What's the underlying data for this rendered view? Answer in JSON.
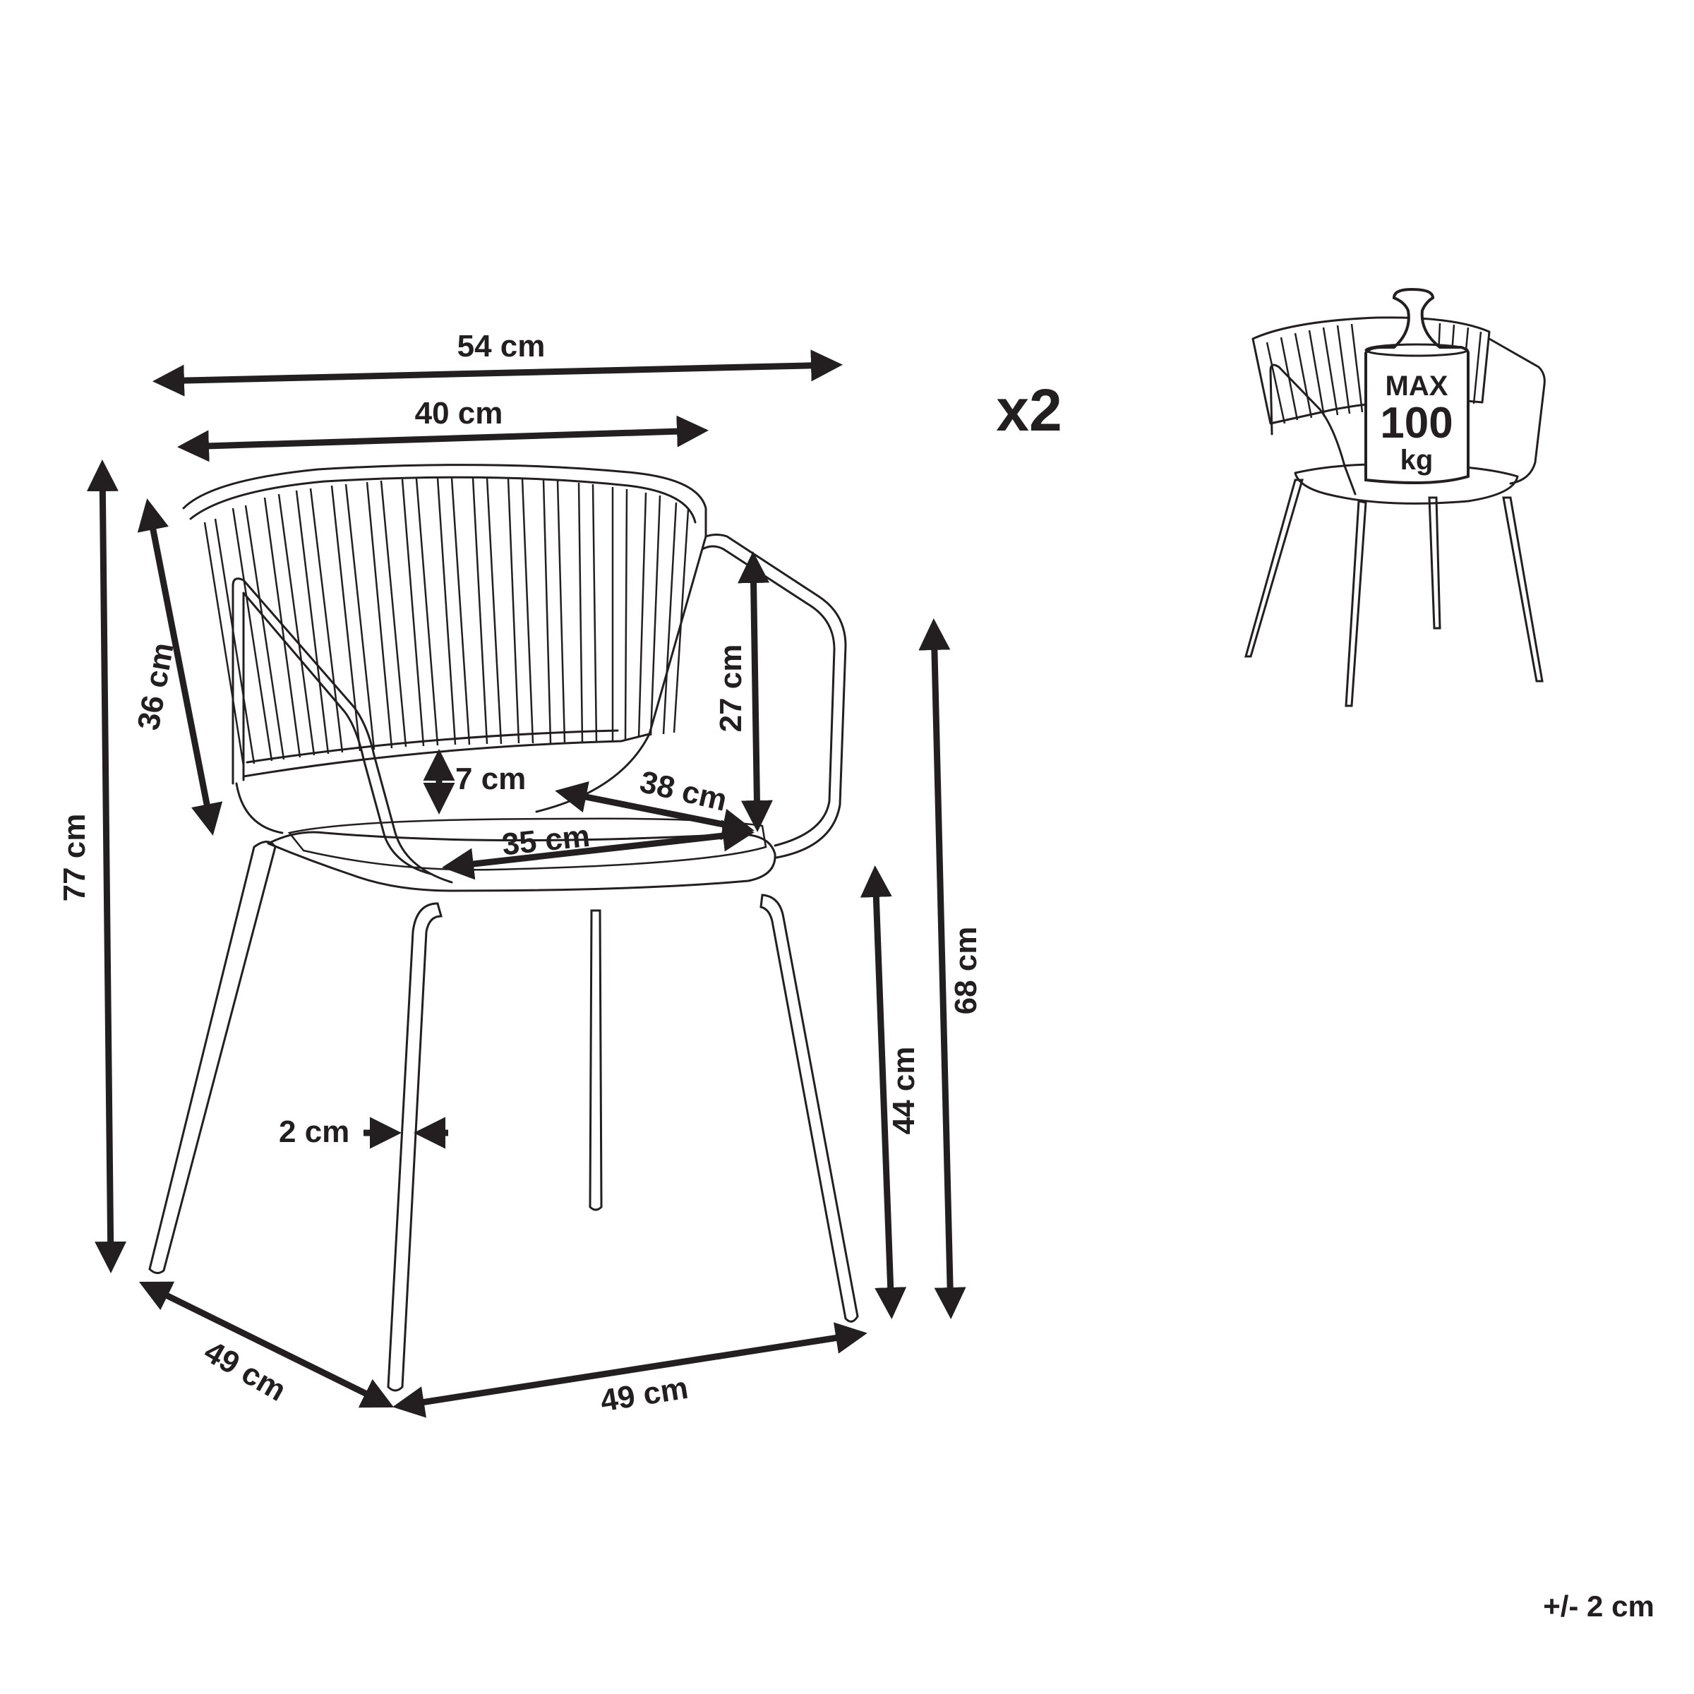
{
  "diagram": {
    "subject": "chair",
    "quantity_label": "x2",
    "tolerance_label": "+/- 2 cm",
    "dimensions": {
      "overall_width": "54 cm",
      "backrest_width": "40 cm",
      "backrest_height": "36 cm",
      "overall_height": "77 cm",
      "armrest_height": "27 cm",
      "seat_recess": "7 cm",
      "seat_depth": "38 cm",
      "seat_width": "35 cm",
      "leg_thickness": "2 cm",
      "seat_height": "44 cm",
      "armrest_floor_height": "68 cm",
      "base_depth": "49 cm",
      "base_width": "49 cm"
    },
    "load_badge": {
      "line1": "MAX",
      "line2": "100",
      "line3": "kg"
    },
    "colors": {
      "ink": "#231f20",
      "background": "#ffffff"
    }
  }
}
